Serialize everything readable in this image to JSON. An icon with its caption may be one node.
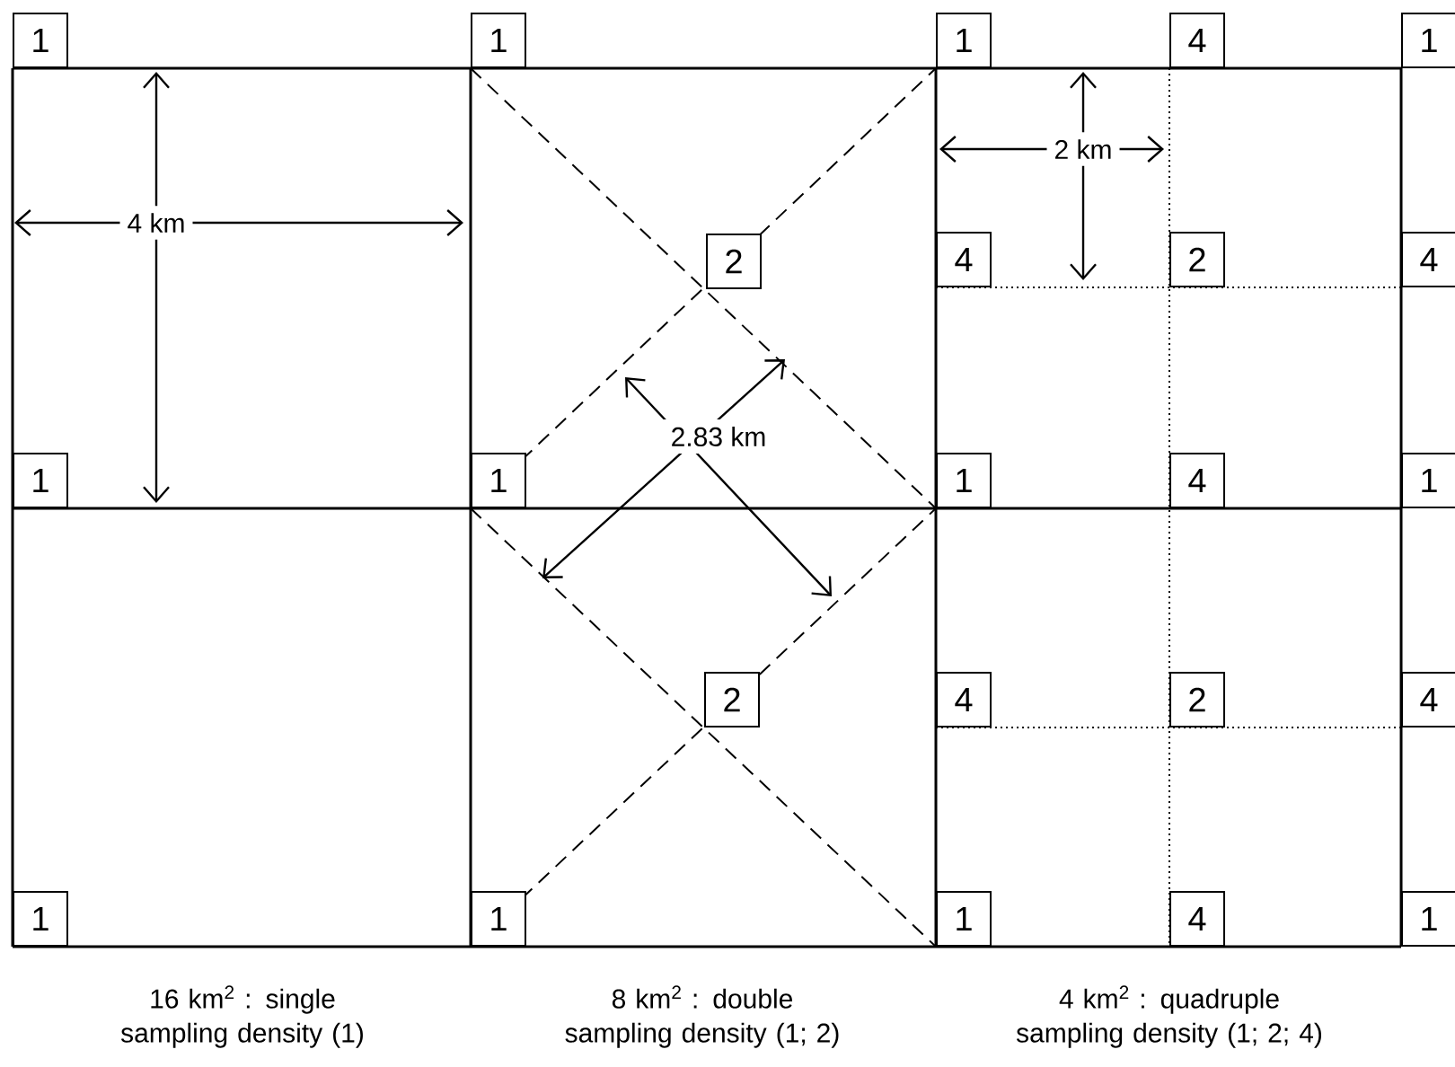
{
  "diagram": {
    "nodes": [
      {
        "text": [
          "1"
        ]
      },
      {
        "text": [
          "1"
        ]
      },
      {
        "text": [
          "1"
        ]
      },
      {
        "text": [
          "4"
        ]
      },
      {
        "text": [
          "1"
        ]
      },
      {
        "text": [
          "2"
        ]
      },
      {
        "text": [
          "4"
        ]
      },
      {
        "text": [
          "2"
        ]
      },
      {
        "text": [
          "4"
        ]
      },
      {
        "text": [
          "1"
        ]
      },
      {
        "text": [
          "1"
        ]
      },
      {
        "text": [
          "1"
        ]
      },
      {
        "text": [
          "4"
        ]
      },
      {
        "text": [
          "1"
        ]
      },
      {
        "text": [
          "2"
        ]
      },
      {
        "text": [
          "4"
        ]
      },
      {
        "text": [
          "2"
        ]
      },
      {
        "text": [
          "4"
        ]
      },
      {
        "text": [
          "1"
        ]
      },
      {
        "text": [
          "1"
        ]
      },
      {
        "text": [
          "1"
        ]
      },
      {
        "text": [
          "4"
        ]
      },
      {
        "text": [
          "1"
        ]
      }
    ],
    "labels": [
      "4 km",
      "2.83 km",
      "2 km",
      "16 km$^{2}$ : single sampling density (1)",
      "8 km$^{2}$ : double sampling density (1; 2)",
      "4 km$^{2}$ : quadruple sampling density (1; 2; 4)"
    ]
  }
}
